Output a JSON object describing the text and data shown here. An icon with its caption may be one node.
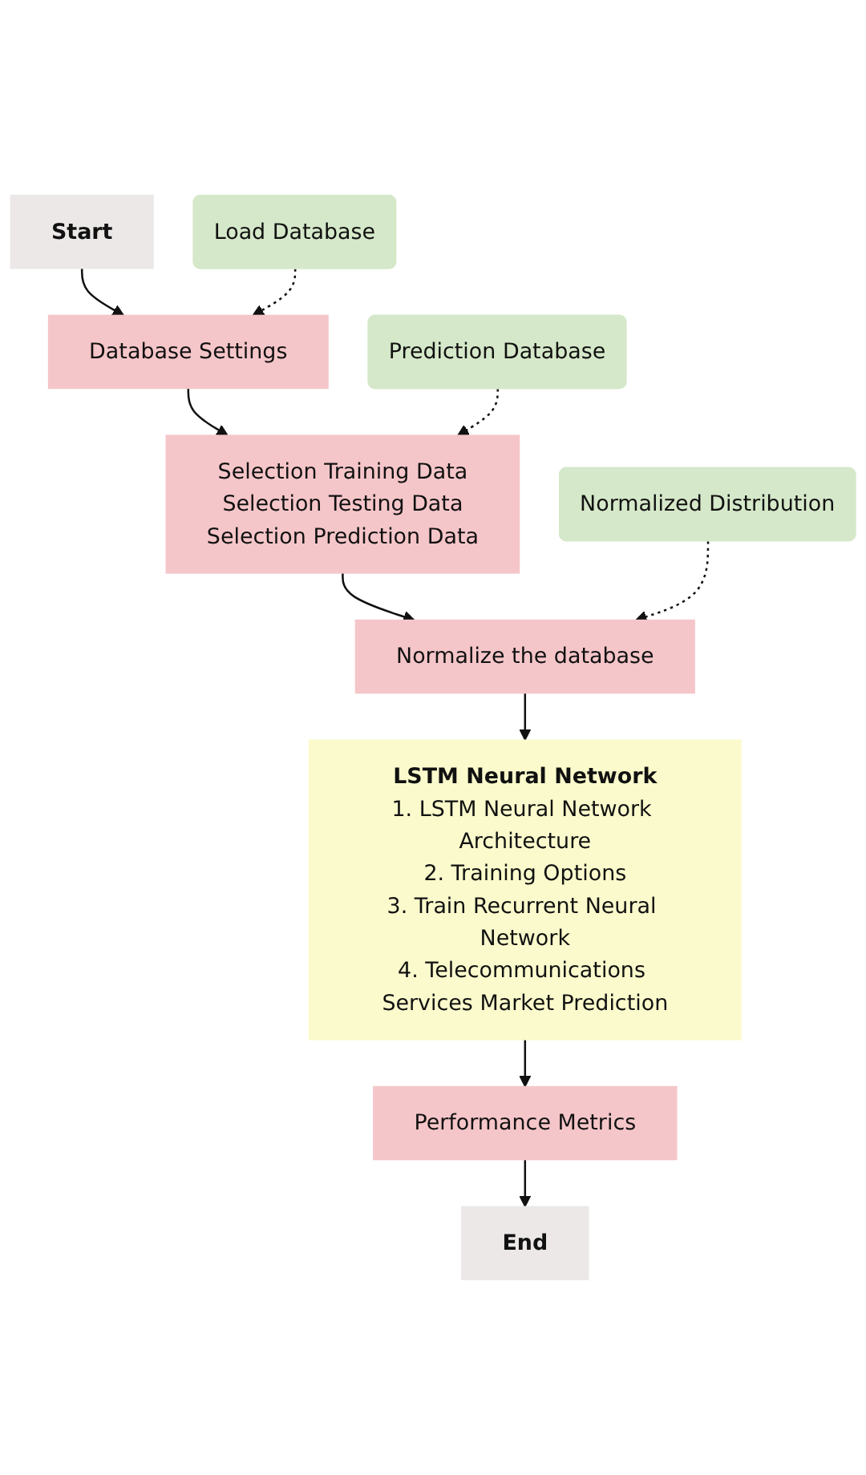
{
  "diagram": {
    "nodes": [
      {
        "text": [
          "Start"
        ]
      },
      {
        "text": [
          "Load Database"
        ]
      },
      {
        "text": [
          "Database Settings"
        ]
      },
      {
        "text": [
          "Prediction Database"
        ]
      },
      {
        "text": [
          "Selection Training Data",
          "Selection Testing Data",
          "Selection Prediction Data"
        ]
      },
      {
        "text": [
          "Normalize the database"
        ]
      },
      {
        "text": [
          "Normalized Distribution"
        ]
      },
      {
        "text": [
          "LSTM Neural Network",
          "1. LSTM Neural Network Architecture",
          "2. Training Options",
          "3. Train Recurrent Neural Network",
          "4. Telecommunications Services Market Prediction"
        ]
      },
      {
        "text": [
          "Performance Metrics"
        ]
      },
      {
        "text": [
          "End"
        ]
      }
    ],
    "edges": [
      {
        "from": 0,
        "to": 2,
        "arrow": "to"
      },
      {
        "from": 1,
        "to": 2,
        "arrow": "to",
        "style": "dashed"
      },
      {
        "from": 2,
        "to": 4,
        "arrow": "to"
      },
      {
        "from": 3,
        "to": 4,
        "arrow": "to",
        "style": "dashed"
      },
      {
        "from": 4,
        "to": 5,
        "arrow": "to"
      },
      {
        "from": 6,
        "to": 5,
        "arrow": "to",
        "style": "dashed"
      },
      {
        "from": 5,
        "to": 7,
        "arrow": "to"
      },
      {
        "from": 7,
        "to": 8,
        "arrow": "to"
      },
      {
        "from": 8,
        "to": 9,
        "arrow": "to"
      }
    ]
  }
}
